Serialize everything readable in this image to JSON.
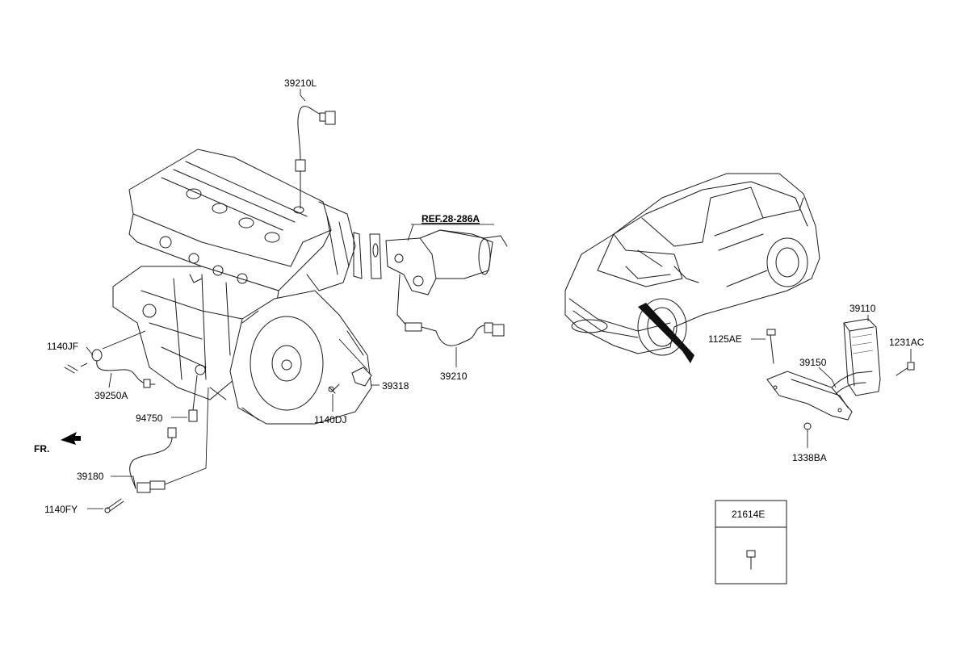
{
  "labels": {
    "p39210L": "39210L",
    "ref": "REF.28-286A",
    "p39210": "39210",
    "p1140JF": "1140JF",
    "p39250A": "39250A",
    "p94750": "94750",
    "fr": "FR.",
    "p39180": "39180",
    "p1140FY": "1140FY",
    "p39318": "39318",
    "p1140DJ": "1140DJ",
    "p1125AE": "1125AE",
    "p39110": "39110",
    "p1231AC": "1231AC",
    "p39150": "39150",
    "p1338BA": "1338BA",
    "p21614E": "21614E"
  },
  "colors": {
    "line": "#1a1a1a",
    "background": "#ffffff"
  }
}
